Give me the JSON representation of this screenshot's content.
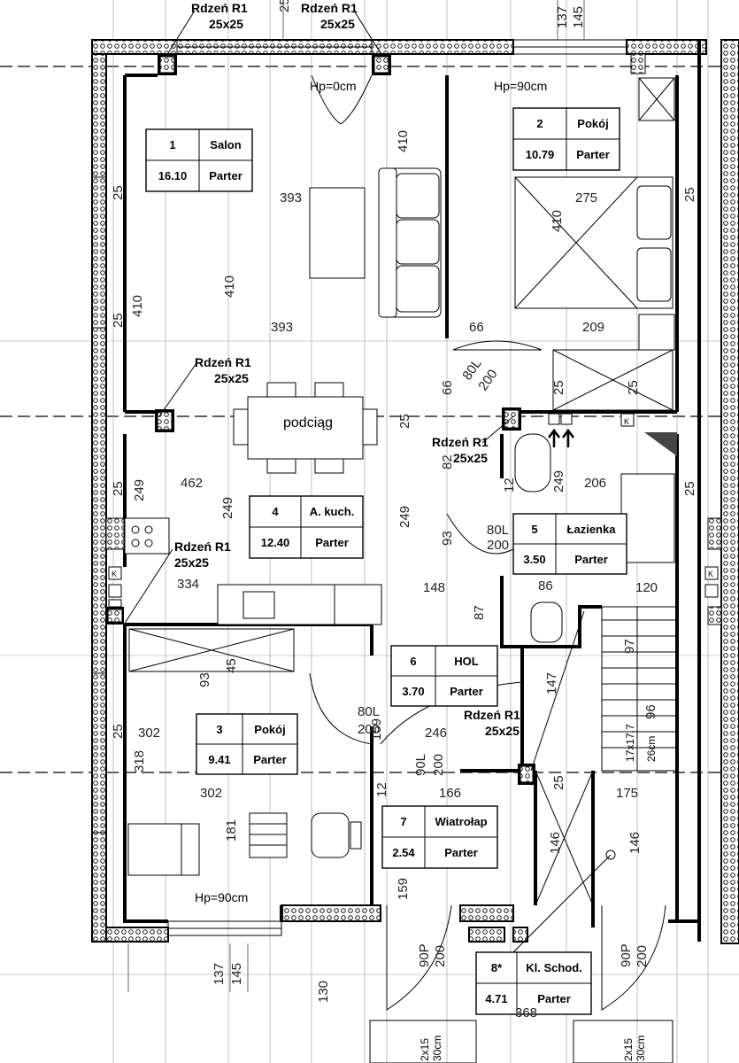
{
  "rooms": [
    {
      "no": "1",
      "name": "Salon",
      "area": "16.10",
      "level": "Parter"
    },
    {
      "no": "2",
      "name": "Pokój",
      "area": "10.79",
      "level": "Parter"
    },
    {
      "no": "3",
      "name": "Pokój",
      "area": "9.41",
      "level": "Parter"
    },
    {
      "no": "4",
      "name": "A. kuch.",
      "area": "12.40",
      "level": "Parter"
    },
    {
      "no": "5",
      "name": "Łazienka",
      "area": "3.50",
      "level": "Parter"
    },
    {
      "no": "6",
      "name": "HOL",
      "area": "3.70",
      "level": "Parter"
    },
    {
      "no": "7",
      "name": "Wiatrołap",
      "area": "2.54",
      "level": "Parter"
    },
    {
      "no": "8*",
      "name": "Kl. Schod.",
      "area": "4.71",
      "level": "Parter"
    }
  ],
  "columns": {
    "title": "Rdzeń R1",
    "size": "25x25"
  },
  "notes": {
    "hp0": "Hp=0cm",
    "hp90_top": "Hp=90cm",
    "hp90_bottom": "Hp=90cm",
    "beam": "podciąg",
    "stairs": "17x17.7",
    "stairs2": "26cm",
    "step": "2x15",
    "step2": "30cm",
    "outlet": "K"
  },
  "doors": [
    {
      "a": "80L",
      "b": "200"
    },
    {
      "a": "80L",
      "b": "200"
    },
    {
      "a": "80L",
      "b": "200"
    },
    {
      "a": "90L",
      "b": "200"
    },
    {
      "a": "90P",
      "b": "200"
    },
    {
      "a": "90P",
      "b": "200"
    }
  ],
  "dims": [
    "137",
    "145",
    "25",
    "410",
    "393",
    "393",
    "410",
    "410",
    "410",
    "275",
    "209",
    "66",
    "25",
    "66",
    "25",
    "25",
    "25",
    "25",
    "249",
    "462",
    "249",
    "249",
    "82",
    "12",
    "249",
    "206",
    "93",
    "148",
    "87",
    "334",
    "86",
    "120",
    "25",
    "45",
    "93",
    "302",
    "302",
    "318",
    "181",
    "159",
    "246",
    "166",
    "147",
    "97",
    "96",
    "25",
    "175",
    "146",
    "146",
    "159",
    "25",
    "12",
    "137",
    "145",
    "130",
    "368",
    "25",
    "25"
  ]
}
